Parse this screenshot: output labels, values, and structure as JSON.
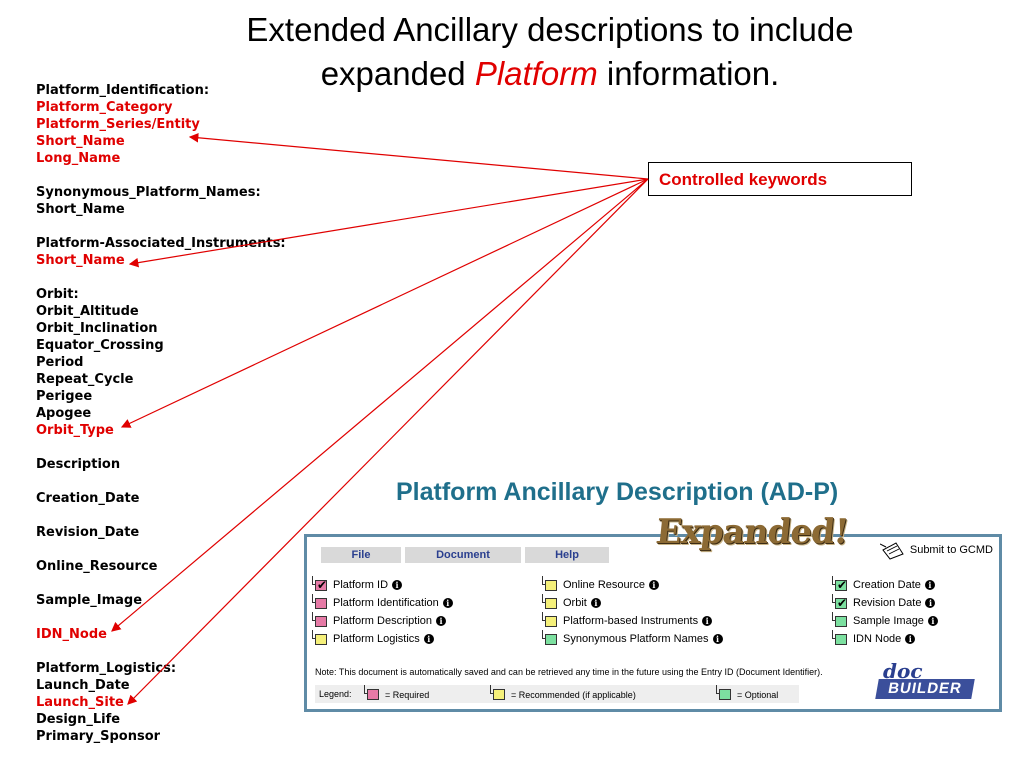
{
  "title": {
    "line1": "Extended Ancillary descriptions to include",
    "line2_before": "expanded ",
    "line2_emph": "Platform",
    "line2_after": " information."
  },
  "left_list": [
    {
      "text": "Platform_Identification:",
      "color": "black"
    },
    {
      "text": "Platform_Category",
      "color": "red"
    },
    {
      "text": "Platform_Series/Entity",
      "color": "red"
    },
    {
      "text": "Short_Name",
      "color": "red"
    },
    {
      "text": "Long_Name",
      "color": "red"
    },
    {
      "text": "",
      "color": "black"
    },
    {
      "text": "Synonymous_Platform_Names:",
      "color": "black"
    },
    {
      "text": "Short_Name",
      "color": "black"
    },
    {
      "text": "",
      "color": "black"
    },
    {
      "text": "Platform-Associated_Instruments:",
      "color": "black"
    },
    {
      "text": "Short_Name",
      "color": "red"
    },
    {
      "text": "",
      "color": "black"
    },
    {
      "text": "Orbit:",
      "color": "black"
    },
    {
      "text": "Orbit_Altitude",
      "color": "black"
    },
    {
      "text": "Orbit_Inclination",
      "color": "black"
    },
    {
      "text": "Equator_Crossing",
      "color": "black"
    },
    {
      "text": "Period",
      "color": "black"
    },
    {
      "text": "Repeat_Cycle",
      "color": "black"
    },
    {
      "text": "Perigee",
      "color": "black"
    },
    {
      "text": "Apogee",
      "color": "black"
    },
    {
      "text": "Orbit_Type",
      "color": "red"
    },
    {
      "text": "",
      "color": "black"
    },
    {
      "text": "Description",
      "color": "black"
    },
    {
      "text": "",
      "color": "black"
    },
    {
      "text": "Creation_Date",
      "color": "black"
    },
    {
      "text": "",
      "color": "black"
    },
    {
      "text": "Revision_Date",
      "color": "black"
    },
    {
      "text": "",
      "color": "black"
    },
    {
      "text": "Online_Resource",
      "color": "black"
    },
    {
      "text": "",
      "color": "black"
    },
    {
      "text": "Sample_Image",
      "color": "black"
    },
    {
      "text": "",
      "color": "black"
    },
    {
      "text": "IDN_Node",
      "color": "red"
    },
    {
      "text": "",
      "color": "black"
    },
    {
      "text": "Platform_Logistics:",
      "color": "black"
    },
    {
      "text": "Launch_Date",
      "color": "black"
    },
    {
      "text": "Launch_Site",
      "color": "red"
    },
    {
      "text": "Design_Life",
      "color": "black"
    },
    {
      "text": "Primary_Sponsor",
      "color": "black"
    }
  ],
  "keywords_box": {
    "label": "Controlled keywords"
  },
  "adp_title": "Platform  Ancillary Description (AD-P)",
  "expanded_badge": "Expanded!",
  "docbuilder": {
    "menu": [
      "File",
      "Document",
      "Help"
    ],
    "submit_label": "Submit to GCMD",
    "columns": [
      [
        {
          "label": "Platform ID",
          "type": "req",
          "checked": true
        },
        {
          "label": "Platform Identification",
          "type": "req",
          "checked": false
        },
        {
          "label": "Platform Description",
          "type": "req",
          "checked": false
        },
        {
          "label": "Platform Logistics",
          "type": "rec",
          "checked": false
        }
      ],
      [
        {
          "label": "Online Resource",
          "type": "rec",
          "checked": false
        },
        {
          "label": "Orbit",
          "type": "rec",
          "checked": false
        },
        {
          "label": "Platform-based Instruments",
          "type": "rec",
          "checked": false
        },
        {
          "label": "Synonymous Platform Names",
          "type": "opt",
          "checked": false
        }
      ],
      [
        {
          "label": "Creation Date",
          "type": "opt",
          "checked": true
        },
        {
          "label": "Revision Date",
          "type": "opt",
          "checked": true
        },
        {
          "label": "Sample Image",
          "type": "opt",
          "checked": false
        },
        {
          "label": "IDN Node",
          "type": "opt",
          "checked": false
        }
      ]
    ],
    "note": "Note: This document is automatically saved and can be retrieved any time in the future using the Entry ID (Document Identifier).",
    "legend": {
      "prefix": "Legend:",
      "required": "= Required",
      "recommended": "= Recommended (if applicable)",
      "optional": "= Optional"
    },
    "logo_top": "doc",
    "logo_bottom": "BUILDER"
  },
  "colors": {
    "red": "#e00000",
    "teal_title": "#1f6f8b",
    "panel_border": "#5f8ba6"
  }
}
